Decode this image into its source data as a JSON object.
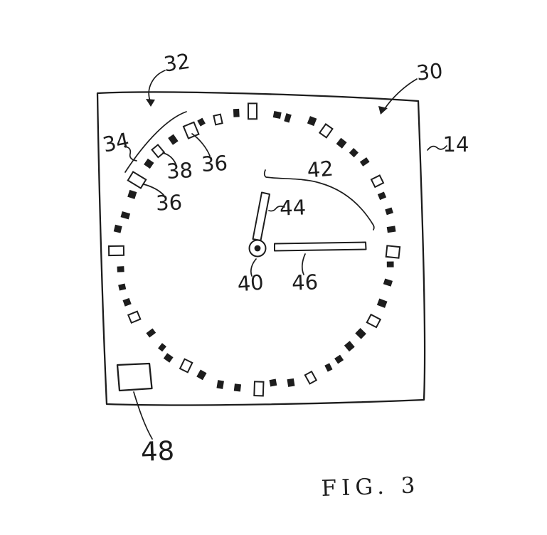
{
  "figure": {
    "caption": "FIG. 3",
    "ink_color": "#1d1d1d",
    "paper_color": "#ffffff",
    "labels": {
      "ref30": "30",
      "ref32": "32",
      "ref34": "34",
      "ref36_upper": "36",
      "ref36_lower": "36",
      "ref38": "38",
      "ref40": "40",
      "ref42": "42",
      "ref44": "44",
      "ref46": "46",
      "ref48": "48",
      "ref14": "14"
    }
  }
}
